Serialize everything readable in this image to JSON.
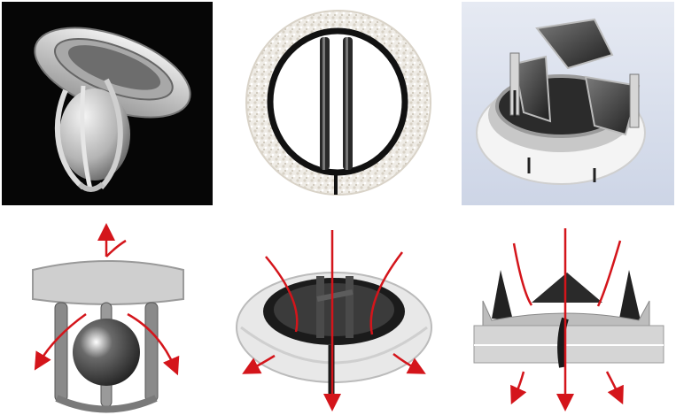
{
  "colors": {
    "flow_arrow": "#d4151b",
    "metal_dark": "#1a1a1a",
    "sewing_ring": "#eeeeee",
    "photo_bg_dark": "#060606",
    "photo_bg_light": "#dfe4ef"
  },
  "panels": [
    {
      "id": "ball-cage-valve-photo"
    },
    {
      "id": "tilting-disc-valve-photo"
    },
    {
      "id": "bileaflet-valve-photo"
    },
    {
      "id": "ball-cage-valve-flow-diagram"
    },
    {
      "id": "tilting-disc-valve-flow-diagram"
    },
    {
      "id": "bileaflet-valve-flow-diagram"
    }
  ]
}
